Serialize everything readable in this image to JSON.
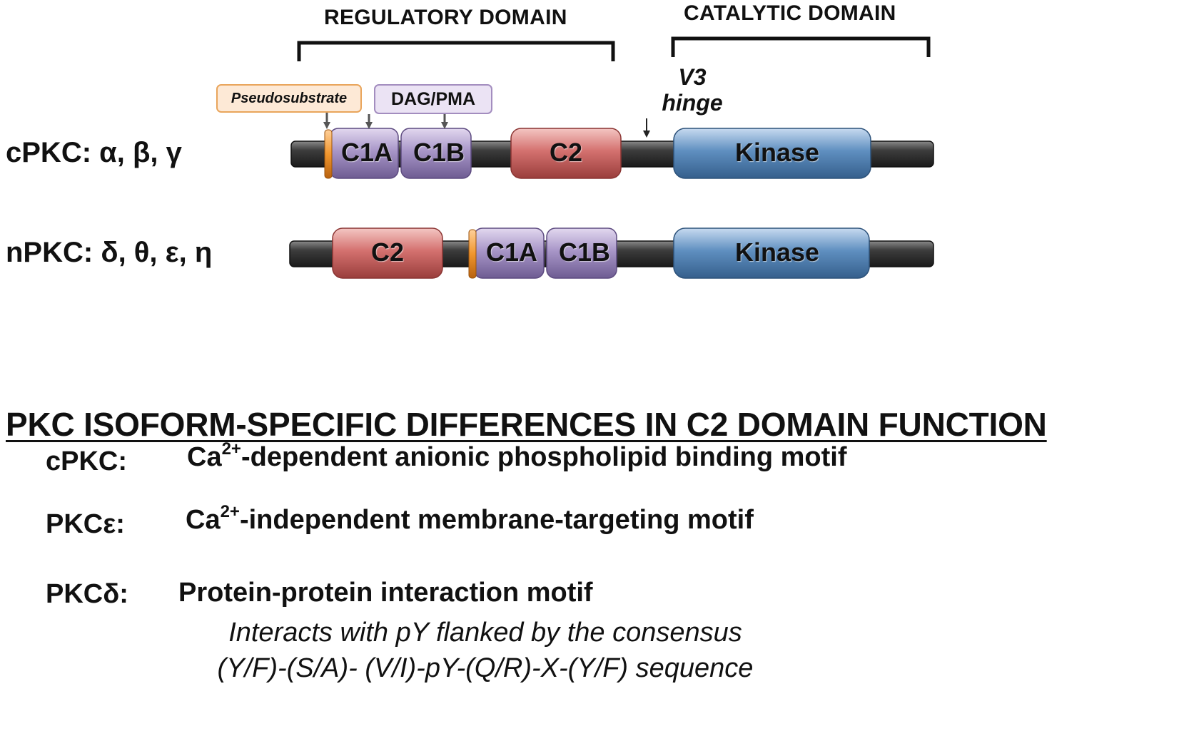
{
  "titles": {
    "regulatory": "REGULATORY DOMAIN",
    "catalytic": "CATALYTIC DOMAIN"
  },
  "callouts": {
    "pseudosubstrate": "Pseudosubstrate",
    "dag_pma": "DAG/PMA"
  },
  "hinge": {
    "line1": "V3",
    "line2": "hinge"
  },
  "rows": {
    "cpkc": {
      "label": "cPKC: α, β, γ",
      "domains": {
        "c1a": "C1A",
        "c1b": "C1B",
        "c2": "C2",
        "kinase": "Kinase"
      }
    },
    "npkc": {
      "label": "nPKC: δ, θ, ε, η",
      "domains": {
        "c2": "C2",
        "c1a": "C1A",
        "c1b": "C1B",
        "kinase": "Kinase"
      }
    }
  },
  "colors": {
    "backbone": "#3a3a3a",
    "c1": "#a896c8",
    "c2": "#d4716f",
    "kinase": "#5f8fc0",
    "pseudosubstrate": "#f0962e"
  },
  "section": {
    "heading": "PKC ISOFORM-SPECIFIC DIFFERENCES IN C2 DOMAIN FUNCTION",
    "items": [
      {
        "isoform": "cPKC:",
        "pre": "Ca",
        "sup": "2+",
        "post": "-dependent anionic phospholipid binding motif"
      },
      {
        "isoform": "PKCε:",
        "pre": "Ca",
        "sup": "2+",
        "post": "-independent membrane-targeting motif"
      },
      {
        "isoform": "PKCδ:",
        "text": "Protein-protein interaction motif",
        "note1": "Interacts with pY flanked by the consensus",
        "note2": "(Y/F)-(S/A)- (V/I)-pY-(Q/R)-X-(Y/F) sequence"
      }
    ]
  }
}
